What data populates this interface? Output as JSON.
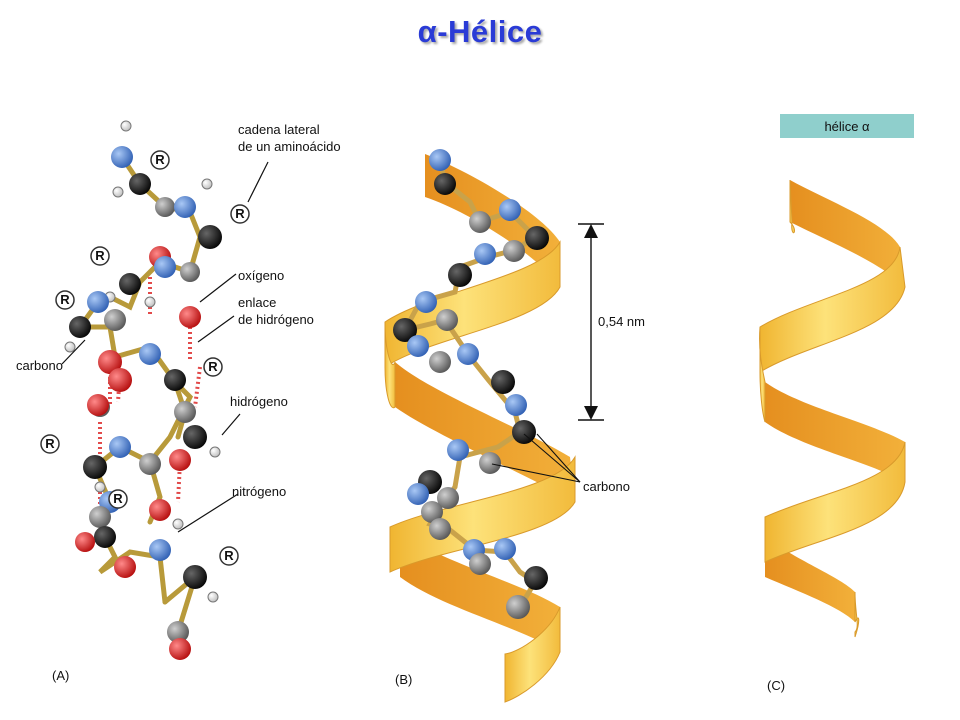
{
  "title": "α-Hélice",
  "panelA": {
    "label": "(A)",
    "side_chain_marker": "R",
    "annotations": {
      "side_chain_line1": "cadena lateral",
      "side_chain_line2": "de un aminoácido",
      "oxygen": "oxígeno",
      "hbond_line1": "enlace",
      "hbond_line2": "de hidrógeno",
      "carbon": "carbono",
      "hydrogen": "hidrógeno",
      "nitrogen": "nitrógeno"
    }
  },
  "panelB": {
    "label": "(B)",
    "pitch": "0,54 nm",
    "carbon": "carbono"
  },
  "panelC": {
    "label": "(C)",
    "tag": "hélice α"
  },
  "colors": {
    "title": "#2a3bd6",
    "ribbon": "#f6c94a",
    "ribbon_dark": "#e39a25",
    "nitrogen_atom": "#4a7fd1",
    "carbon_atom": "#111111",
    "alpha_carbon_atom": "#7d7d7d",
    "oxygen_atom": "#d02020",
    "hydrogen_atom": "#f2f2f2",
    "tag_bg": "#8fcfcc"
  }
}
